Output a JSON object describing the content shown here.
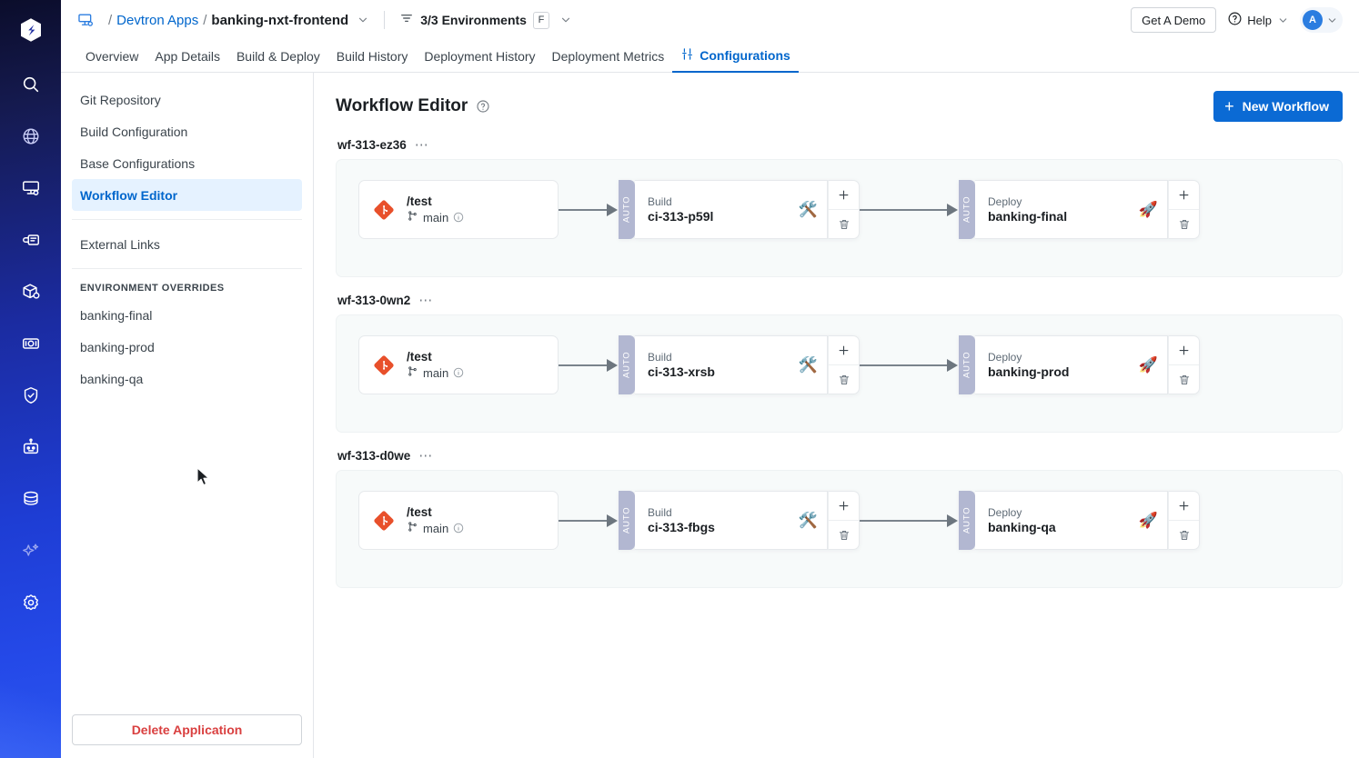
{
  "rail": {
    "logo_icon": "devtron-logo-icon",
    "items": [
      {
        "icon": "search-icon",
        "name": "search"
      },
      {
        "icon": "globe-network-icon",
        "name": "resource-browser"
      },
      {
        "icon": "app-window-icon",
        "name": "applications"
      },
      {
        "icon": "jobs-icon",
        "name": "jobs"
      },
      {
        "icon": "package-cube-icon",
        "name": "software-distribution"
      },
      {
        "icon": "cost-visibility-icon",
        "name": "cost-visibility"
      },
      {
        "icon": "shield-check-icon",
        "name": "security"
      },
      {
        "icon": "robot-icon",
        "name": "bulk-edit"
      },
      {
        "icon": "database-stack-icon",
        "name": "chart-store"
      },
      {
        "icon": "sparkle-icon",
        "name": "ai-assistant"
      },
      {
        "icon": "gear-icon",
        "name": "global-configurations"
      }
    ]
  },
  "header": {
    "breadcrumb_icon": "app-group-icon",
    "sep": "/",
    "root_label": "Devtron Apps",
    "current_label": "banking-nxt-frontend",
    "app_chevron_icon": "chevron-down-icon",
    "filter_icon": "filter-icon",
    "env_label": "3/3 Environments",
    "env_kbd": "F",
    "env_chevron_icon": "chevron-down-icon",
    "demo_label": "Get A Demo",
    "help_icon": "help-circle-icon",
    "help_label": "Help",
    "help_chevron_icon": "chevron-down-icon",
    "avatar_initial": "A",
    "avatar_chevron_icon": "chevron-down-icon"
  },
  "tabs": [
    {
      "label": "Overview",
      "active": false,
      "icon": null
    },
    {
      "label": "App Details",
      "active": false,
      "icon": null
    },
    {
      "label": "Build & Deploy",
      "active": false,
      "icon": null
    },
    {
      "label": "Build History",
      "active": false,
      "icon": null
    },
    {
      "label": "Deployment History",
      "active": false,
      "icon": null
    },
    {
      "label": "Deployment Metrics",
      "active": false,
      "icon": null
    },
    {
      "label": "Configurations",
      "active": true,
      "icon": "sliders-icon"
    }
  ],
  "sidebar": {
    "items": [
      {
        "label": "Git Repository",
        "active": false
      },
      {
        "label": "Build Configuration",
        "active": false
      },
      {
        "label": "Base Configurations",
        "active": false
      },
      {
        "label": "Workflow Editor",
        "active": true
      }
    ],
    "items2": [
      {
        "label": "External Links",
        "active": false
      }
    ],
    "section_title": "ENVIRONMENT OVERRIDES",
    "envs": [
      {
        "label": "banking-final",
        "active": false
      },
      {
        "label": "banking-prod",
        "active": false
      },
      {
        "label": "banking-qa",
        "active": false
      }
    ],
    "delete_label": "Delete Application"
  },
  "content": {
    "title": "Workflow Editor",
    "help_icon": "help-circle-icon",
    "new_workflow_label": "New Workflow",
    "new_workflow_plus": "+",
    "workflows": [
      {
        "name": "wf-313-ez36",
        "menu_icon": "ellipsis-icon",
        "source": {
          "path": "/test",
          "branch": "main",
          "branch_icon": "git-branch-icon",
          "info_icon": "info-circle-icon",
          "provider_icon": "git-icon"
        },
        "build": {
          "trigger": "AUTO",
          "kind": "Build",
          "name": "ci-313-p59l",
          "emoji": "🛠️",
          "add_icon": "plus-icon",
          "delete_icon": "trash-icon"
        },
        "deploy": {
          "trigger": "AUTO",
          "kind": "Deploy",
          "name": "banking-final",
          "emoji": "🚀",
          "add_icon": "plus-icon",
          "delete_icon": "trash-icon"
        }
      },
      {
        "name": "wf-313-0wn2",
        "menu_icon": "ellipsis-icon",
        "source": {
          "path": "/test",
          "branch": "main",
          "branch_icon": "git-branch-icon",
          "info_icon": "info-circle-icon",
          "provider_icon": "git-icon"
        },
        "build": {
          "trigger": "AUTO",
          "kind": "Build",
          "name": "ci-313-xrsb",
          "emoji": "🛠️",
          "add_icon": "plus-icon",
          "delete_icon": "trash-icon"
        },
        "deploy": {
          "trigger": "AUTO",
          "kind": "Deploy",
          "name": "banking-prod",
          "emoji": "🚀",
          "add_icon": "plus-icon",
          "delete_icon": "trash-icon"
        }
      },
      {
        "name": "wf-313-d0we",
        "menu_icon": "ellipsis-icon",
        "source": {
          "path": "/test",
          "branch": "main",
          "branch_icon": "git-branch-icon",
          "info_icon": "info-circle-icon",
          "provider_icon": "git-icon"
        },
        "build": {
          "trigger": "AUTO",
          "kind": "Build",
          "name": "ci-313-fbgs",
          "emoji": "🛠️",
          "add_icon": "plus-icon",
          "delete_icon": "trash-icon"
        },
        "deploy": {
          "trigger": "AUTO",
          "kind": "Deploy",
          "name": "banking-qa",
          "emoji": "🚀",
          "add_icon": "plus-icon",
          "delete_icon": "trash-icon"
        }
      }
    ]
  },
  "colors": {
    "accent": "#0066cc",
    "primary_button": "#0b6ad4",
    "danger": "#d93f3f",
    "auto_strip": "#b2b7d1",
    "canvas_bg": "#f7fafa",
    "active_nav_bg": "#e5f2ff"
  }
}
